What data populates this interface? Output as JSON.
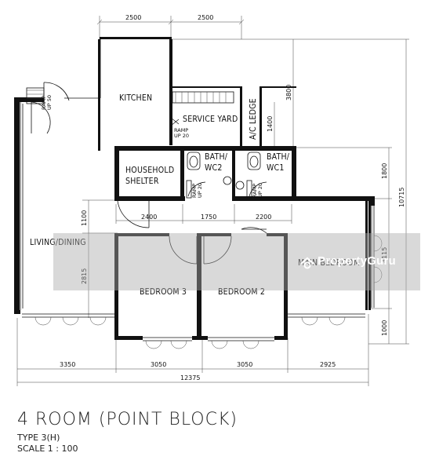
{
  "rooms": {
    "kitchen": "KITCHEN",
    "service_yard": "SERVICE YARD",
    "ac_ledge": "A/C LEDGE",
    "household_shelter_1": "HOUSEHOLD",
    "household_shelter_2": "SHELTER",
    "bath_wc2_1": "BATH/",
    "bath_wc2_2": "WC2",
    "bath_wc1_1": "BATH/",
    "bath_wc1_2": "WC1",
    "living_dining": "LIVING/DINING",
    "bedroom3": "BEDROOM 3",
    "bedroom2": "BEDROOM 2",
    "master_bedroom": "MAIN BEDROOM"
  },
  "ramps": {
    "ramp_up_50": [
      "RAMP",
      "UP 50"
    ],
    "ramp_up_20_service": [
      "RAMP",
      "UP 20"
    ],
    "ramp_up_20_wc2": [
      "RAMP",
      "UP 20"
    ],
    "ramp_up_20_wc1": [
      "RAMP",
      "UP 20"
    ]
  },
  "dimensions": {
    "top_left": "2500",
    "top_right": "2500",
    "right_3800": "3800",
    "right_1400": "1400",
    "right_1800": "1800",
    "right_10715": "10715",
    "right_4115": "4115",
    "right_1000": "1000",
    "left_1100": "1100",
    "left_2815": "2815",
    "mid_2400": "2400",
    "mid_1750": "1750",
    "mid_2200": "2200",
    "bottom_3350": "3350",
    "bottom_3050a": "3050",
    "bottom_3050b": "3050",
    "bottom_2925": "2925",
    "bottom_total": "12375"
  },
  "title": {
    "main": "4 ROOM (POINT BLOCK)",
    "type": "TYPE 3(H)",
    "scale": "SCALE 1 : 100"
  },
  "watermark": {
    "text": "PropertyGuru",
    "color": "#ffffff"
  }
}
